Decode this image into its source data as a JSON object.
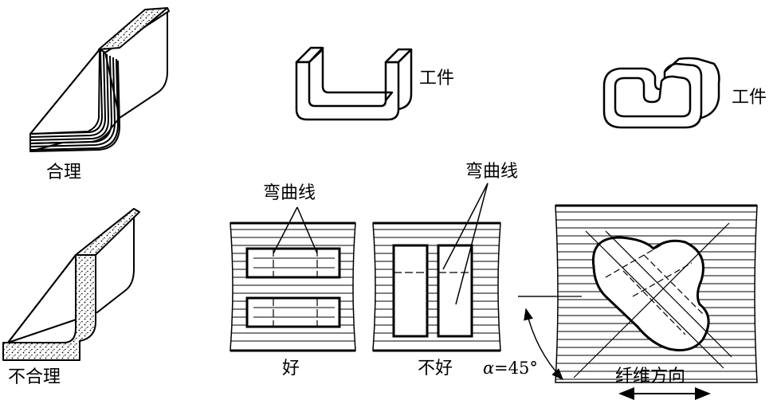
{
  "labels": {
    "reasonable": "合理",
    "unreasonable": "不合理",
    "workpiece_1": "工件",
    "workpiece_2": "工件",
    "bend_line_1": "弯曲线",
    "bend_line_2": "弯曲线",
    "good": "好",
    "not_good": "不好",
    "alpha_symbol": "α",
    "alpha_value": "=45°",
    "fiber_direction": "纤维方向"
  }
}
